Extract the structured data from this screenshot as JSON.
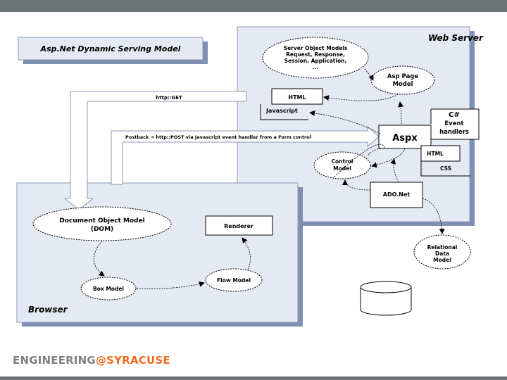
{
  "diagram": {
    "title": "Asp.Net Dynamic Serving Model",
    "web_server": "Web Server",
    "browser": "Browser",
    "server_object_models": [
      "Server Object Models",
      "Request, Response,",
      "Session, Application,",
      "..."
    ],
    "asp_page_model": [
      "Asp Page",
      "Model"
    ],
    "html": "HTML",
    "javascript": "Javascript",
    "csharp": [
      "C#",
      "Event",
      "handlers"
    ],
    "aspx": "Aspx",
    "html_small": "HTML",
    "css": "CSS",
    "control_model": [
      "Control",
      "Model"
    ],
    "ado_net": "ADO.Net",
    "http_get": "http::GET",
    "postback": "Postback ➔   http::POST via Javascript event handler from a Form control",
    "dom": [
      "Document Object Model",
      "(DOM)"
    ],
    "renderer": "Renderer",
    "box_model": "Box Model",
    "flow_model": "Flow Model",
    "relational_data_model": [
      "Relational",
      "Data",
      "Model"
    ]
  },
  "footer": {
    "engineering": "ENGINEERING",
    "at": "@",
    "syracuse": "SYRACUSE"
  },
  "colors": {
    "panel": "#e4e9f3",
    "panel_shadow": "#7f8fb2",
    "accent": "#f26b1d"
  }
}
